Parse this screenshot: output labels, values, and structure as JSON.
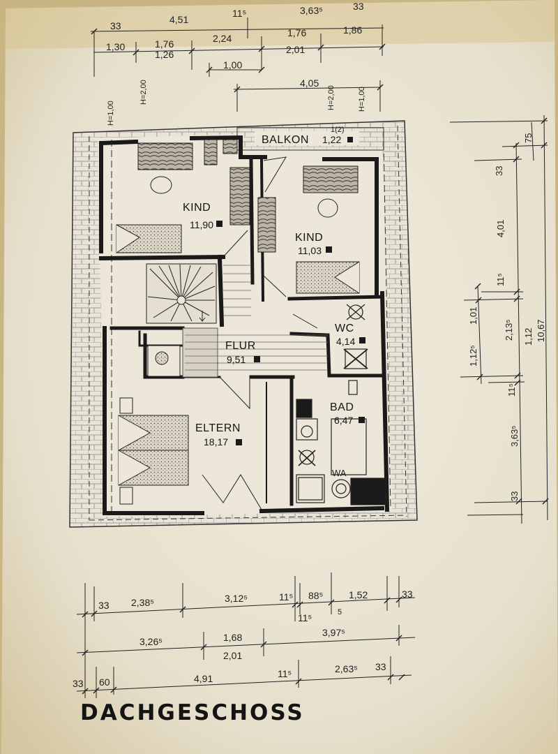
{
  "sheet_title": "DACHGESCHOSS",
  "rooms": [
    {
      "name": "BALKON",
      "area": "1,22"
    },
    {
      "name": "KIND",
      "area": "11,90"
    },
    {
      "name": "KIND",
      "area": "11,03"
    },
    {
      "name": "FLUR",
      "area": "9,51"
    },
    {
      "name": "WC",
      "area": "4,14"
    },
    {
      "name": "BAD",
      "area": "6,47"
    },
    {
      "name": "ELTERN",
      "area": "18,17"
    }
  ],
  "labels": {
    "balkon_sub": "1(2)",
    "wa": "WA"
  },
  "top_dimensions": {
    "row1": [
      "33",
      "4,51",
      "11⁵",
      "3,63⁵",
      "33"
    ],
    "row2": [
      "1,30",
      "1,76",
      "2,24",
      "1,76",
      "1,86"
    ],
    "row3": [
      "1,26",
      "2,01"
    ],
    "row4": [
      "1,00"
    ],
    "row5": [
      "4,05"
    ],
    "heights": [
      "H=1,00",
      "H=2,00",
      "H=2,00",
      "H=1,00"
    ]
  },
  "right_dimensions": {
    "col1": [
      "1,01",
      "1,12⁵"
    ],
    "col2": [
      "33",
      "4,01",
      "11⁵",
      "2,13⁵",
      "11⁵",
      "3,63⁵",
      "33"
    ],
    "col3": [
      "75",
      "1,12"
    ],
    "col4": [
      "10,67"
    ]
  },
  "bottom_dimensions": {
    "row1": [
      "33",
      "2,38⁵",
      "3,12⁵",
      "11⁵",
      "88⁵",
      "1,52",
      "33"
    ],
    "row1_sub": [
      "11⁵",
      "5"
    ],
    "row2": [
      "3,26⁵",
      "1,68",
      "3,97⁵"
    ],
    "row2_sub": [
      "2,01"
    ],
    "row3": [
      "33",
      "60",
      "4,91",
      "11⁵",
      "2,63⁵",
      "33"
    ]
  }
}
